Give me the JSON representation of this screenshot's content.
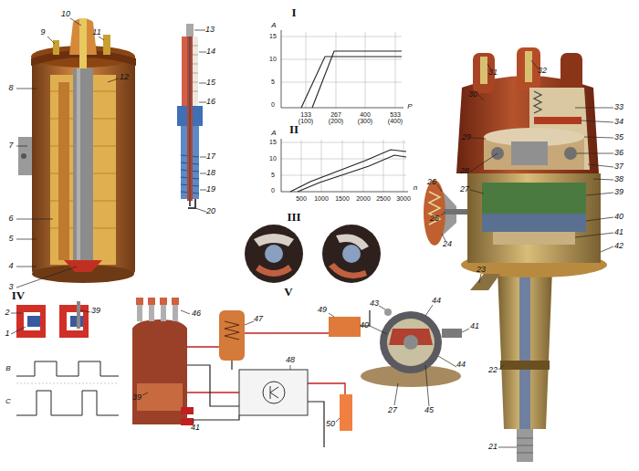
{
  "diagram": {
    "labels": [
      "10",
      "11",
      "9",
      "12",
      "8",
      "7",
      "6",
      "5",
      "4",
      "3",
      "13",
      "14",
      "15",
      "16",
      "17",
      "18",
      "19",
      "20",
      "I",
      "A",
      "15",
      "10",
      "5",
      "0",
      "133 (100)",
      "267 (200)",
      "400 (300)",
      "533 (400)",
      "P",
      "II",
      "A",
      "15",
      "10",
      "5",
      "0",
      "500",
      "1000",
      "1500",
      "2000",
      "2500",
      "3000",
      "n",
      "III",
      "31",
      "32",
      "30",
      "33",
      "34",
      "35",
      "36",
      "29",
      "28",
      "37",
      "38",
      "26",
      "27",
      "39",
      "25",
      "40",
      "24",
      "41",
      "42",
      "23",
      "22",
      "21",
      "V",
      "43",
      "44",
      "40",
      "41",
      "27",
      "45",
      "44",
      "IV",
      "2",
      "1",
      "39",
      "B",
      "C",
      "46",
      "47",
      "48",
      "49",
      "50",
      "39",
      "41"
    ]
  }
}
